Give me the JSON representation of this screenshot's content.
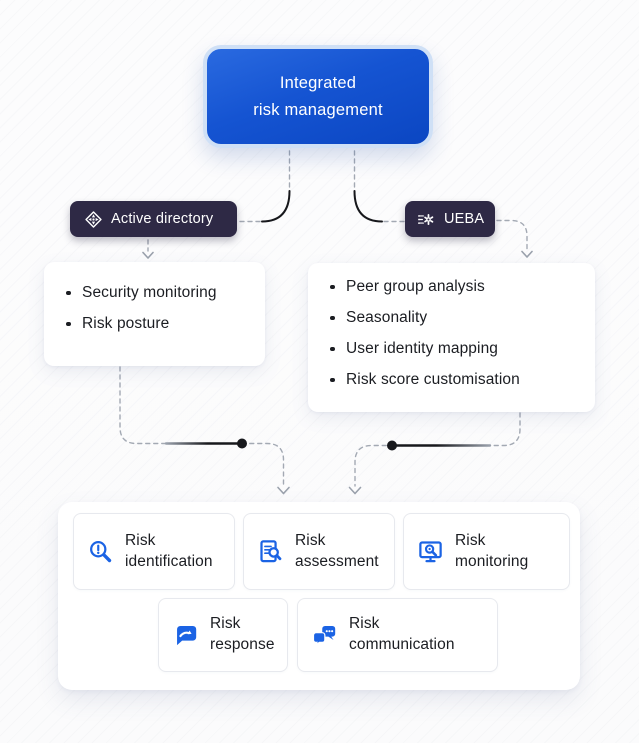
{
  "root": {
    "label_lines": [
      "Integrated",
      "risk management"
    ]
  },
  "badges": [
    {
      "label": "Active directory",
      "icon": "active-directory-icon"
    },
    {
      "label": "UEBA",
      "icon": "ueba-gear-circuit-icon"
    }
  ],
  "cards": [
    {
      "items": [
        "Security monitoring",
        "Risk posture"
      ]
    },
    {
      "items": [
        "Peer group analysis",
        "Seasonality",
        "User identity mapping",
        "Risk score customisation"
      ]
    }
  ],
  "process": {
    "items": [
      {
        "label": "Risk identification",
        "icon": "magnifier-alert-icon"
      },
      {
        "label": "Risk assessment",
        "icon": "document-magnifier-icon"
      },
      {
        "label": "Risk monitoring",
        "icon": "monitor-magnifier-icon"
      },
      {
        "label": "Risk response",
        "icon": "chat-arrow-icon"
      },
      {
        "label": "Risk communication",
        "icon": "chat-people-icon"
      }
    ]
  },
  "colors": {
    "accent_blue": "#1b63e4",
    "node_blue_top": "#2a6ae0",
    "node_blue_bottom": "#0b46c2",
    "node_border_blue": "#cfe0f6",
    "badge_navy": "#2e2945",
    "text_dark": "#1b1d22",
    "connector_gray": "#a3a9b3",
    "beam_black": "#17181c",
    "card_white": "#ffffff",
    "inner_border": "#e7e9ee"
  }
}
